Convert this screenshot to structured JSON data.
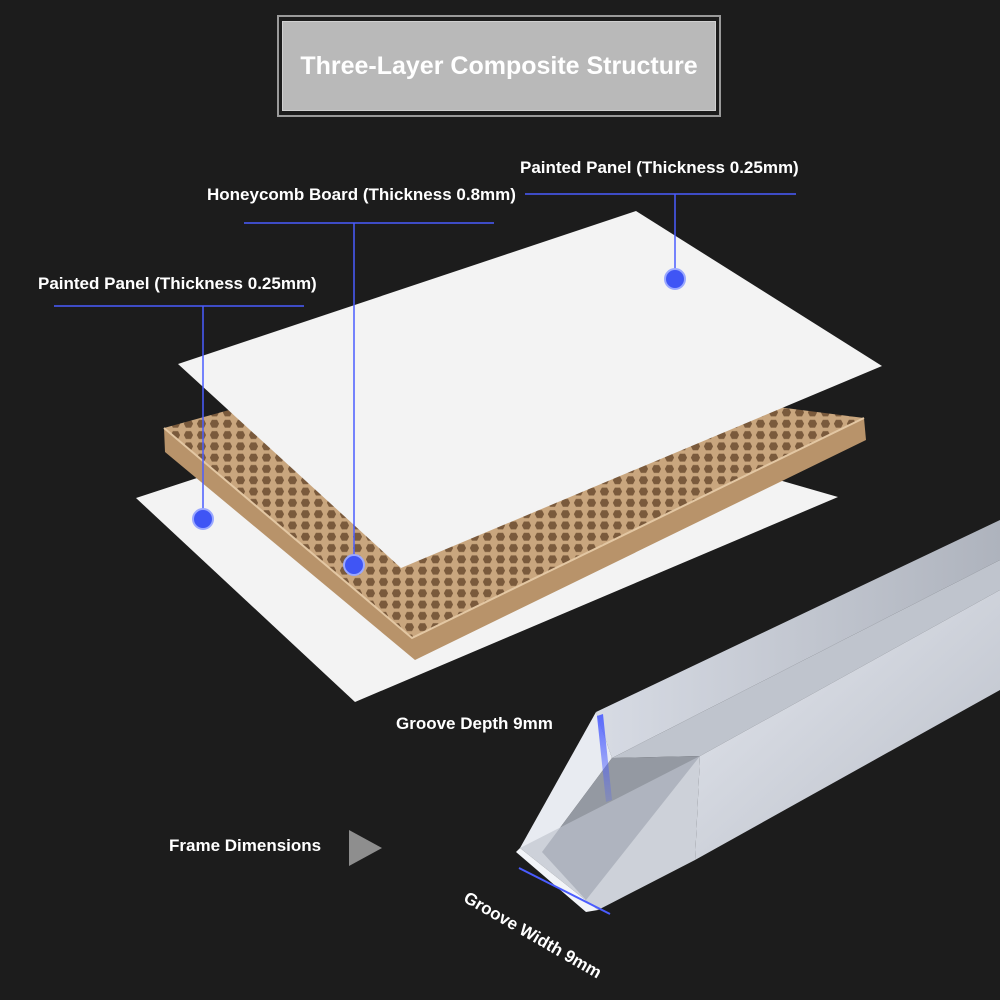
{
  "title": "Three-Layer Composite Structure",
  "layers": {
    "top_panel_label": "Painted Panel (Thickness 0.25mm)",
    "honeycomb_label": "Honeycomb Board (Thickness 0.8mm)",
    "bottom_panel_label": "Painted Panel (Thickness 0.25mm)"
  },
  "frame": {
    "section_label": "Frame Dimensions",
    "groove_depth_label": "Groove Depth 9mm",
    "groove_width_label": "Groove Width 9mm"
  },
  "colors": {
    "background": "#1c1c1c",
    "panel": "#f2f2f2",
    "honeycomb": "#c9a67e",
    "honeycomb_cell": "#7a5a3c",
    "callout": "#4a5cff",
    "frame": "#c8ccd4"
  },
  "icons": {
    "callout_marker": "circle-dot-icon",
    "frame_pointer": "triangle-right-icon"
  }
}
